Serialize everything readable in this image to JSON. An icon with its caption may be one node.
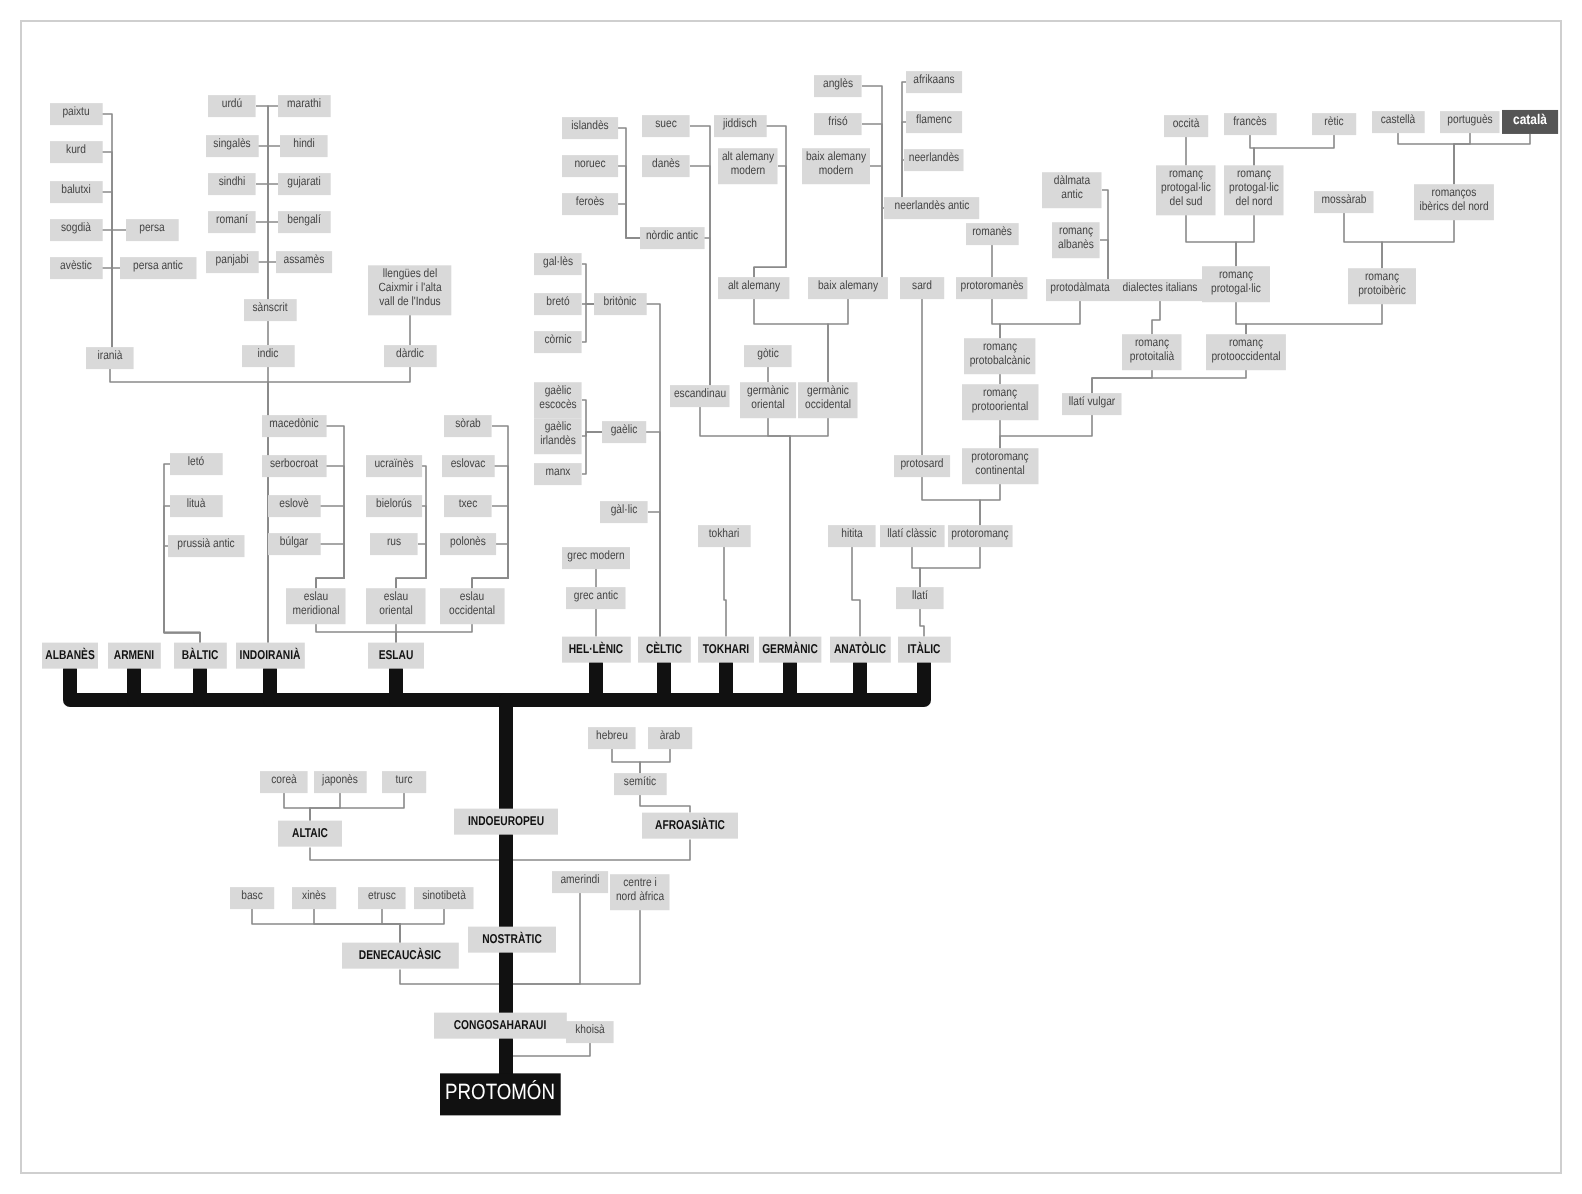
{
  "diagram": {
    "nodes": [
      {
        "text": [
          "paixtu"
        ]
      },
      {
        "text": [
          "kurd"
        ]
      },
      {
        "text": [
          "balutxi"
        ]
      },
      {
        "text": [
          "sogdià"
        ]
      },
      {
        "text": [
          "persa"
        ]
      },
      {
        "text": [
          "avèstic"
        ]
      },
      {
        "text": [
          "persa antic"
        ]
      },
      {
        "text": [
          "urdú"
        ]
      },
      {
        "text": [
          "marathi"
        ]
      },
      {
        "text": [
          "singalès"
        ]
      },
      {
        "text": [
          "hindi"
        ]
      },
      {
        "text": [
          "sindhi"
        ]
      },
      {
        "text": [
          "gujarati"
        ]
      },
      {
        "text": [
          "romaní"
        ]
      },
      {
        "text": [
          "bengalí"
        ]
      },
      {
        "text": [
          "panjabi"
        ]
      },
      {
        "text": [
          "assamès"
        ]
      },
      {
        "text": [
          "llengües del Caixmir i l'alta vall de l'Indus"
        ]
      },
      {
        "text": [
          "sànscrit"
        ]
      },
      {
        "text": [
          "iranià"
        ]
      },
      {
        "text": [
          "indic"
        ]
      },
      {
        "text": [
          "dàrdic"
        ]
      },
      {
        "text": [
          "macedònic"
        ]
      },
      {
        "text": [
          "sòrab"
        ]
      },
      {
        "text": [
          "letó"
        ]
      },
      {
        "text": [
          "serbocroat"
        ]
      },
      {
        "text": [
          "ucraïnès"
        ]
      },
      {
        "text": [
          "eslovac"
        ]
      },
      {
        "text": [
          "lituà"
        ]
      },
      {
        "text": [
          "eslovè"
        ]
      },
      {
        "text": [
          "bielorús"
        ]
      },
      {
        "text": [
          "txec"
        ]
      },
      {
        "text": [
          "prussià antic"
        ]
      },
      {
        "text": [
          "búlgar"
        ]
      },
      {
        "text": [
          "rus"
        ]
      },
      {
        "text": [
          "polonès"
        ]
      },
      {
        "text": [
          "eslau meridional"
        ]
      },
      {
        "text": [
          "eslau oriental"
        ]
      },
      {
        "text": [
          "eslau occidental"
        ]
      },
      {
        "text": [
          "islandès"
        ]
      },
      {
        "text": [
          "suec"
        ]
      },
      {
        "text": [
          "jiddisch"
        ]
      },
      {
        "text": [
          "anglès"
        ]
      },
      {
        "text": [
          "afrikaans"
        ]
      },
      {
        "text": [
          "frisó"
        ]
      },
      {
        "text": [
          "flamenc"
        ]
      },
      {
        "text": [
          "noruec"
        ]
      },
      {
        "text": [
          "danès"
        ]
      },
      {
        "text": [
          "alt alemany modern"
        ]
      },
      {
        "text": [
          "baix alemany modern"
        ]
      },
      {
        "text": [
          "neerlandès"
        ]
      },
      {
        "text": [
          "feroès"
        ]
      },
      {
        "text": [
          "neerlandès antic"
        ]
      },
      {
        "text": [
          "nòrdic antic"
        ]
      },
      {
        "text": [
          "occità"
        ]
      },
      {
        "text": [
          "francès"
        ]
      },
      {
        "text": [
          "rètic"
        ]
      },
      {
        "text": [
          "castellà"
        ]
      },
      {
        "text": [
          "portuguès"
        ]
      },
      {
        "text": [
          "català"
        ]
      },
      {
        "text": [
          "dàlmata antic"
        ]
      },
      {
        "text": [
          "romanç protogal·lic del sud"
        ]
      },
      {
        "text": [
          "romanç protogal·lic del nord"
        ]
      },
      {
        "text": [
          "mossàrab"
        ]
      },
      {
        "text": [
          "romanços ibèrics del nord"
        ]
      },
      {
        "text": [
          "romanès"
        ]
      },
      {
        "text": [
          "romanç albanès"
        ]
      },
      {
        "text": [
          "gal·lès"
        ]
      },
      {
        "text": [
          "britònic"
        ]
      },
      {
        "text": [
          "bretó"
        ]
      },
      {
        "text": [
          "còrnic"
        ]
      },
      {
        "text": [
          "alt alemany"
        ]
      },
      {
        "text": [
          "baix alemany"
        ]
      },
      {
        "text": [
          "sard"
        ]
      },
      {
        "text": [
          "protoromanès"
        ]
      },
      {
        "text": [
          "protodàlmata"
        ]
      },
      {
        "text": [
          "dialectes italians"
        ]
      },
      {
        "text": [
          "romanç protogal·lic"
        ]
      },
      {
        "text": [
          "romanç protoibèric"
        ]
      },
      {
        "text": [
          "gòtic"
        ]
      },
      {
        "text": [
          "romanç protobalcànic"
        ]
      },
      {
        "text": [
          "romanç protoitalià"
        ]
      },
      {
        "text": [
          "romanç protooccidental"
        ]
      },
      {
        "text": [
          "gaèlic escocès"
        ]
      },
      {
        "text": [
          "escandinau"
        ]
      },
      {
        "text": [
          "germànic oriental"
        ]
      },
      {
        "text": [
          "germànic occidental"
        ]
      },
      {
        "text": [
          "romanç protooriental"
        ]
      },
      {
        "text": [
          "llatí vulgar"
        ]
      },
      {
        "text": [
          "gaèlic irlandès"
        ]
      },
      {
        "text": [
          "gaèlic"
        ]
      },
      {
        "text": [
          "manx"
        ]
      },
      {
        "text": [
          "protosard"
        ]
      },
      {
        "text": [
          "protoromanç continental"
        ]
      },
      {
        "text": [
          "gàl·lic"
        ]
      },
      {
        "text": [
          "tokhari"
        ]
      },
      {
        "text": [
          "hitita"
        ]
      },
      {
        "text": [
          "llatí clàssic"
        ]
      },
      {
        "text": [
          "protoromanç"
        ]
      },
      {
        "text": [
          "grec modern"
        ]
      },
      {
        "text": [
          "grec antic"
        ]
      },
      {
        "text": [
          "llatí"
        ]
      },
      {
        "text": [
          "ALBANÈS"
        ]
      },
      {
        "text": [
          "ARMENI"
        ]
      },
      {
        "text": [
          "BÀLTIC"
        ]
      },
      {
        "text": [
          "INDOIRANIÀ"
        ]
      },
      {
        "text": [
          "ESLAU"
        ]
      },
      {
        "text": [
          "HEL·LÈNIC"
        ]
      },
      {
        "text": [
          "CÈLTIC"
        ]
      },
      {
        "text": [
          "TOKHARI"
        ]
      },
      {
        "text": [
          "GERMÀNIC"
        ]
      },
      {
        "text": [
          "ANATÒLIC"
        ]
      },
      {
        "text": [
          "ITÀLIC"
        ]
      },
      {
        "text": [
          "hebreu"
        ]
      },
      {
        "text": [
          "àrab"
        ]
      },
      {
        "text": [
          "coreà"
        ]
      },
      {
        "text": [
          "japonès"
        ]
      },
      {
        "text": [
          "turc"
        ]
      },
      {
        "text": [
          "semític"
        ]
      },
      {
        "text": [
          "ALTAIC"
        ]
      },
      {
        "text": [
          "INDOEUROPEU"
        ]
      },
      {
        "text": [
          "AFROASIÀTIC"
        ]
      },
      {
        "text": [
          "basc"
        ]
      },
      {
        "text": [
          "xinès"
        ]
      },
      {
        "text": [
          "etrusc"
        ]
      },
      {
        "text": [
          "sinotibetà"
        ]
      },
      {
        "text": [
          "amerindi"
        ]
      },
      {
        "text": [
          "centre i nord àfrica"
        ]
      },
      {
        "text": [
          "DENECAUCÀSIC"
        ]
      },
      {
        "text": [
          "NOSTRÀTIC"
        ]
      },
      {
        "text": [
          "CONGOSAHARAUI"
        ]
      },
      {
        "text": [
          "khoisà"
        ]
      },
      {
        "text": [
          "PROTOMÓN"
        ]
      }
    ],
    "edges": [
      {
        "from": 0,
        "to": 19,
        "arrow": "none"
      },
      {
        "from": 1,
        "to": 19,
        "arrow": "none"
      },
      {
        "from": 2,
        "to": 19,
        "arrow": "none"
      },
      {
        "from": 3,
        "to": 19,
        "arrow": "none"
      },
      {
        "from": 4,
        "to": 19,
        "arrow": "none"
      },
      {
        "from": 5,
        "to": 19,
        "arrow": "none"
      },
      {
        "from": 6,
        "to": 19,
        "arrow": "none"
      },
      {
        "from": 7,
        "to": 18,
        "arrow": "none"
      },
      {
        "from": 8,
        "to": 18,
        "arrow": "none"
      },
      {
        "from": 9,
        "to": 18,
        "arrow": "none"
      },
      {
        "from": 10,
        "to": 18,
        "arrow": "none"
      },
      {
        "from": 11,
        "to": 18,
        "arrow": "none"
      },
      {
        "from": 12,
        "to": 18,
        "arrow": "none"
      },
      {
        "from": 13,
        "to": 18,
        "arrow": "none"
      },
      {
        "from": 14,
        "to": 18,
        "arrow": "none"
      },
      {
        "from": 15,
        "to": 18,
        "arrow": "none"
      },
      {
        "from": 16,
        "to": 18,
        "arrow": "none"
      },
      {
        "from": 17,
        "to": 21,
        "arrow": "none"
      },
      {
        "from": 18,
        "to": 20,
        "arrow": "none"
      },
      {
        "from": 19,
        "to": 105,
        "arrow": "none"
      },
      {
        "from": 20,
        "to": 105,
        "arrow": "none"
      },
      {
        "from": 21,
        "to": 105,
        "arrow": "none"
      },
      {
        "from": 22,
        "to": 36,
        "arrow": "none"
      },
      {
        "from": 25,
        "to": 36,
        "arrow": "none"
      },
      {
        "from": 29,
        "to": 36,
        "arrow": "none"
      },
      {
        "from": 33,
        "to": 36,
        "arrow": "none"
      },
      {
        "from": 26,
        "to": 37,
        "arrow": "none"
      },
      {
        "from": 30,
        "to": 37,
        "arrow": "none"
      },
      {
        "from": 34,
        "to": 37,
        "arrow": "none"
      },
      {
        "from": 23,
        "to": 38,
        "arrow": "none"
      },
      {
        "from": 27,
        "to": 38,
        "arrow": "none"
      },
      {
        "from": 31,
        "to": 38,
        "arrow": "none"
      },
      {
        "from": 35,
        "to": 38,
        "arrow": "none"
      },
      {
        "from": 24,
        "to": 104,
        "arrow": "none"
      },
      {
        "from": 28,
        "to": 104,
        "arrow": "none"
      },
      {
        "from": 32,
        "to": 104,
        "arrow": "none"
      },
      {
        "from": 36,
        "to": 106,
        "arrow": "none"
      },
      {
        "from": 37,
        "to": 106,
        "arrow": "none"
      },
      {
        "from": 38,
        "to": 106,
        "arrow": "none"
      },
      {
        "from": 39,
        "to": 53,
        "arrow": "none"
      },
      {
        "from": 46,
        "to": 53,
        "arrow": "none"
      },
      {
        "from": 51,
        "to": 53,
        "arrow": "none"
      },
      {
        "from": 40,
        "to": 84,
        "arrow": "none"
      },
      {
        "from": 47,
        "to": 84,
        "arrow": "none"
      },
      {
        "from": 53,
        "to": 84,
        "arrow": "none"
      },
      {
        "from": 41,
        "to": 71,
        "arrow": "none"
      },
      {
        "from": 48,
        "to": 71,
        "arrow": "none"
      },
      {
        "from": 42,
        "to": 72,
        "arrow": "none"
      },
      {
        "from": 44,
        "to": 72,
        "arrow": "none"
      },
      {
        "from": 49,
        "to": 72,
        "arrow": "none"
      },
      {
        "from": 52,
        "to": 72,
        "arrow": "none"
      },
      {
        "from": 43,
        "to": 52,
        "arrow": "none"
      },
      {
        "from": 45,
        "to": 52,
        "arrow": "none"
      },
      {
        "from": 50,
        "to": 52,
        "arrow": "none"
      },
      {
        "from": 54,
        "to": 61,
        "arrow": "none"
      },
      {
        "from": 55,
        "to": 62,
        "arrow": "none"
      },
      {
        "from": 56,
        "to": 62,
        "arrow": "none"
      },
      {
        "from": 57,
        "to": 64,
        "arrow": "none"
      },
      {
        "from": 58,
        "to": 64,
        "arrow": "none"
      },
      {
        "from": 59,
        "to": 64,
        "arrow": "none"
      },
      {
        "from": 60,
        "to": 75,
        "arrow": "none"
      },
      {
        "from": 66,
        "to": 75,
        "arrow": "none"
      },
      {
        "from": 61,
        "to": 77,
        "arrow": "none"
      },
      {
        "from": 62,
        "to": 77,
        "arrow": "none"
      },
      {
        "from": 63,
        "to": 78,
        "arrow": "none"
      },
      {
        "from": 64,
        "to": 78,
        "arrow": "none"
      },
      {
        "from": 65,
        "to": 74,
        "arrow": "none"
      },
      {
        "from": 67,
        "to": 68,
        "arrow": "none"
      },
      {
        "from": 69,
        "to": 68,
        "arrow": "none"
      },
      {
        "from": 70,
        "to": 68,
        "arrow": "none"
      },
      {
        "from": 68,
        "to": 108,
        "arrow": "none"
      },
      {
        "from": 90,
        "to": 108,
        "arrow": "none"
      },
      {
        "from": 94,
        "to": 108,
        "arrow": "none"
      },
      {
        "from": 71,
        "to": 86,
        "arrow": "none"
      },
      {
        "from": 72,
        "to": 86,
        "arrow": "none"
      },
      {
        "from": 73,
        "to": 92,
        "arrow": "none"
      },
      {
        "from": 74,
        "to": 80,
        "arrow": "none"
      },
      {
        "from": 75,
        "to": 80,
        "arrow": "none"
      },
      {
        "from": 76,
        "to": 81,
        "arrow": "none"
      },
      {
        "from": 77,
        "to": 82,
        "arrow": "none"
      },
      {
        "from": 78,
        "to": 82,
        "arrow": "none"
      },
      {
        "from": 79,
        "to": 85,
        "arrow": "none"
      },
      {
        "from": 80,
        "to": 87,
        "arrow": "none"
      },
      {
        "from": 81,
        "to": 88,
        "arrow": "none"
      },
      {
        "from": 82,
        "to": 88,
        "arrow": "none"
      },
      {
        "from": 83,
        "to": 90,
        "arrow": "none"
      },
      {
        "from": 89,
        "to": 90,
        "arrow": "none"
      },
      {
        "from": 91,
        "to": 90,
        "arrow": "none"
      },
      {
        "from": 84,
        "to": 110,
        "arrow": "none"
      },
      {
        "from": 85,
        "to": 110,
        "arrow": "none"
      },
      {
        "from": 86,
        "to": 110,
        "arrow": "none"
      },
      {
        "from": 87,
        "to": 93,
        "arrow": "none"
      },
      {
        "from": 88,
        "to": 93,
        "arrow": "none"
      },
      {
        "from": 92,
        "to": 98,
        "arrow": "none"
      },
      {
        "from": 93,
        "to": 98,
        "arrow": "none"
      },
      {
        "from": 95,
        "to": 109,
        "arrow": "none"
      },
      {
        "from": 96,
        "to": 111,
        "arrow": "none"
      },
      {
        "from": 97,
        "to": 101,
        "arrow": "none"
      },
      {
        "from": 98,
        "to": 101,
        "arrow": "none"
      },
      {
        "from": 99,
        "to": 100,
        "arrow": "none"
      },
      {
        "from": 100,
        "to": 107,
        "arrow": "none"
      },
      {
        "from": 101,
        "to": 112,
        "arrow": "none"
      },
      {
        "from": 102,
        "to": 120,
        "arrow": "none",
        "style": "thick",
        "color": "#111111"
      },
      {
        "from": 103,
        "to": 120,
        "arrow": "none",
        "style": "thick",
        "color": "#111111"
      },
      {
        "from": 104,
        "to": 120,
        "arrow": "none",
        "style": "thick",
        "color": "#111111"
      },
      {
        "from": 105,
        "to": 120,
        "arrow": "none",
        "style": "thick",
        "color": "#111111"
      },
      {
        "from": 106,
        "to": 120,
        "arrow": "none",
        "style": "thick",
        "color": "#111111"
      },
      {
        "from": 107,
        "to": 120,
        "arrow": "none",
        "style": "thick",
        "color": "#111111"
      },
      {
        "from": 108,
        "to": 120,
        "arrow": "none",
        "style": "thick",
        "color": "#111111"
      },
      {
        "from": 109,
        "to": 120,
        "arrow": "none",
        "style": "thick",
        "color": "#111111"
      },
      {
        "from": 110,
        "to": 120,
        "arrow": "none",
        "style": "thick",
        "color": "#111111"
      },
      {
        "from": 111,
        "to": 120,
        "arrow": "none",
        "style": "thick",
        "color": "#111111"
      },
      {
        "from": 112,
        "to": 120,
        "arrow": "none",
        "style": "thick",
        "color": "#111111"
      },
      {
        "from": 113,
        "to": 118,
        "arrow": "none"
      },
      {
        "from": 114,
        "to": 118,
        "arrow": "none"
      },
      {
        "from": 115,
        "to": 119,
        "arrow": "none"
      },
      {
        "from": 116,
        "to": 119,
        "arrow": "none"
      },
      {
        "from": 117,
        "to": 119,
        "arrow": "none"
      },
      {
        "from": 118,
        "to": 121,
        "arrow": "none"
      },
      {
        "from": 119,
        "to": 129,
        "arrow": "none"
      },
      {
        "from": 121,
        "to": 129,
        "arrow": "none"
      },
      {
        "from": 120,
        "to": 129,
        "arrow": "none",
        "style": "thick",
        "color": "#111111"
      },
      {
        "from": 122,
        "to": 128,
        "arrow": "none"
      },
      {
        "from": 123,
        "to": 128,
        "arrow": "none"
      },
      {
        "from": 124,
        "to": 128,
        "arrow": "none"
      },
      {
        "from": 125,
        "to": 128,
        "arrow": "none"
      },
      {
        "from": 126,
        "to": 130,
        "arrow": "none"
      },
      {
        "from": 127,
        "to": 130,
        "arrow": "none"
      },
      {
        "from": 128,
        "to": 130,
        "arrow": "none"
      },
      {
        "from": 129,
        "to": 130,
        "arrow": "none",
        "style": "thick",
        "color": "#111111"
      },
      {
        "from": 131,
        "to": 132,
        "arrow": "none"
      },
      {
        "from": 130,
        "to": 132,
        "arrow": "none",
        "style": "thick",
        "color": "#111111"
      }
    ]
  }
}
